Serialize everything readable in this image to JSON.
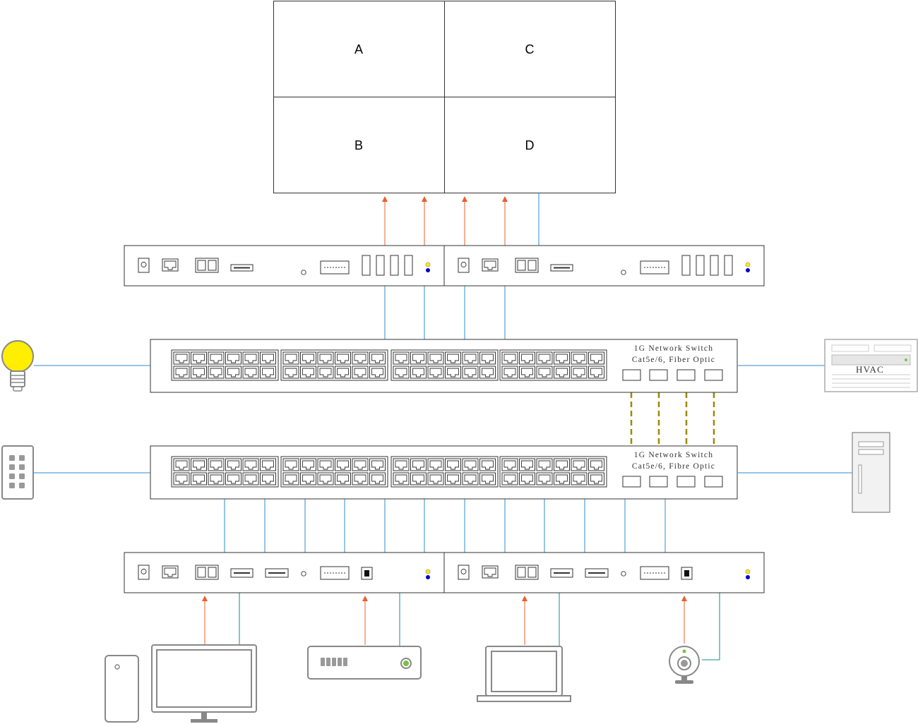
{
  "video_wall": {
    "tiles": [
      {
        "label": "A"
      },
      {
        "label": "C"
      },
      {
        "label": "B"
      },
      {
        "label": "D"
      }
    ]
  },
  "switches": [
    {
      "title": "1G Network Switch",
      "subtitle": "Cat5e/6, Fiber Optic"
    },
    {
      "title": "1G Network Switch",
      "subtitle": "Cat5e/6, Fibre Optic"
    }
  ],
  "devices": {
    "hvac_label": "HVAC"
  },
  "colors": {
    "signal_line": "#e8602c",
    "network_line": "#2e8ecf",
    "fiber_line": "#9a8a00",
    "bulb": "#ffee00",
    "led_yellow": "#ffee00",
    "led_blue": "#0000cc",
    "green_led": "#7ac143"
  },
  "icons": [
    "light-bulb-icon",
    "keypad-icon",
    "hvac-icon",
    "server-tower-icon",
    "pc-tower-icon",
    "monitor-icon",
    "media-player-icon",
    "laptop-icon",
    "webcam-icon"
  ]
}
